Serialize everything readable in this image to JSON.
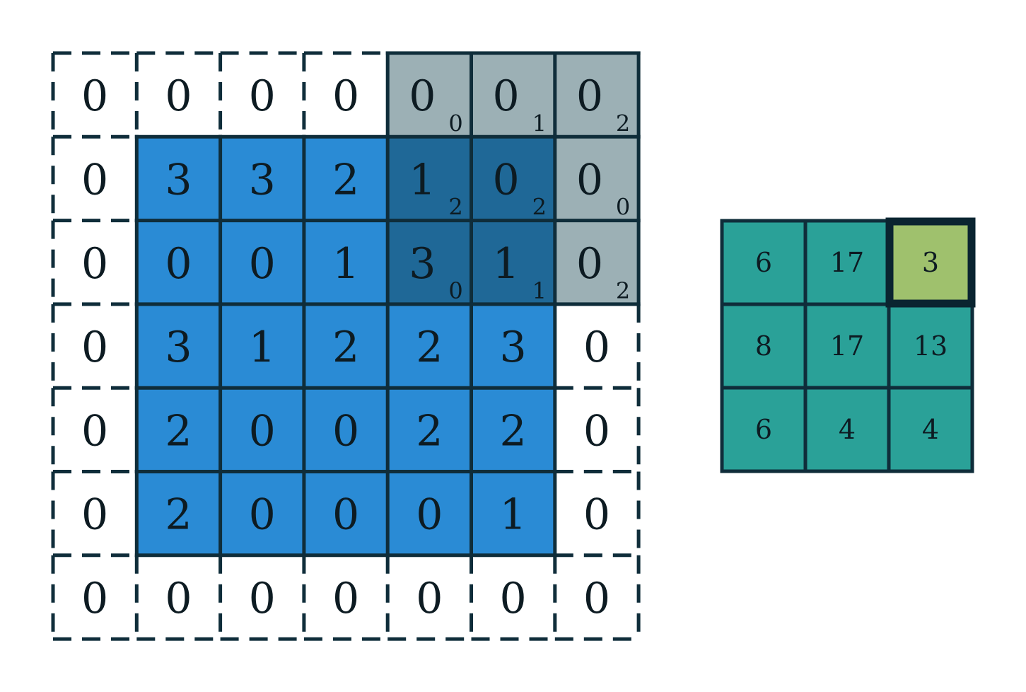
{
  "colors": {
    "input": "#2a8bd5",
    "kernel_overlap": "#1f6897",
    "kernel_padding": "#9cb0b5",
    "output": "#2aa198",
    "output_active": "#9fc16d",
    "border": "#0f2d3a"
  },
  "padded_input": {
    "rows": [
      [
        "0",
        "0",
        "0",
        "0",
        "0",
        "0",
        "0"
      ],
      [
        "0",
        "3",
        "3",
        "2",
        "1",
        "0",
        "0"
      ],
      [
        "0",
        "0",
        "0",
        "1",
        "3",
        "1",
        "0"
      ],
      [
        "0",
        "3",
        "1",
        "2",
        "2",
        "3",
        "0"
      ],
      [
        "0",
        "2",
        "0",
        "0",
        "2",
        "2",
        "0"
      ],
      [
        "0",
        "2",
        "0",
        "0",
        "0",
        "1",
        "0"
      ],
      [
        "0",
        "0",
        "0",
        "0",
        "0",
        "0",
        "0"
      ]
    ],
    "kernel": {
      "position": {
        "row": 0,
        "col": 4
      },
      "weights": [
        [
          "0",
          "1",
          "2"
        ],
        [
          "2",
          "2",
          "0"
        ],
        [
          "0",
          "1",
          "2"
        ]
      ]
    }
  },
  "output": {
    "rows": [
      [
        "6",
        "17",
        "3"
      ],
      [
        "8",
        "17",
        "13"
      ],
      [
        "6",
        "4",
        "4"
      ]
    ],
    "active": {
      "row": 0,
      "col": 2
    }
  }
}
